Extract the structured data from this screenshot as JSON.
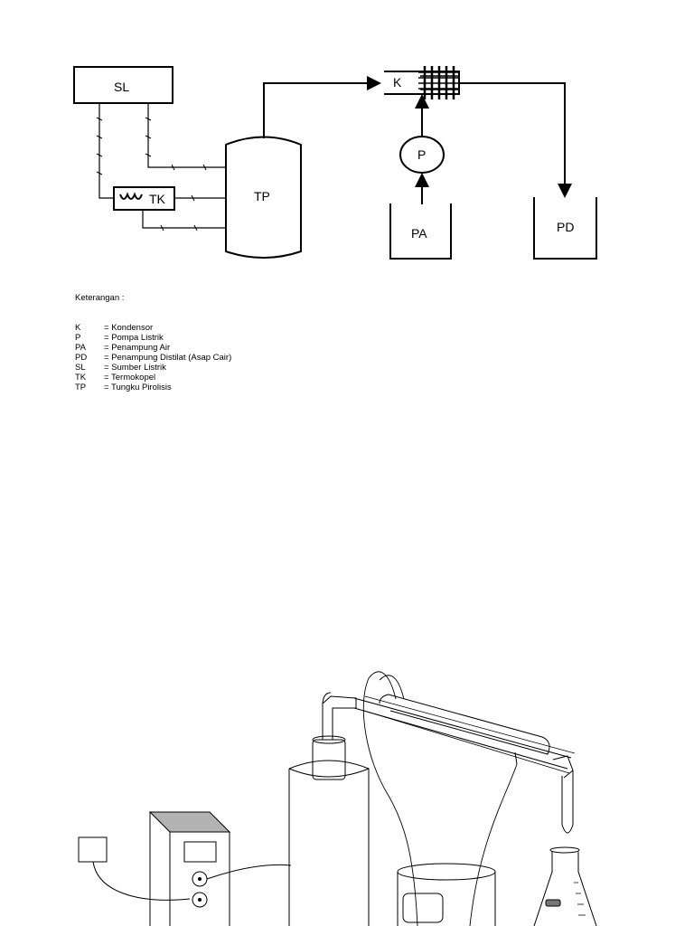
{
  "schematic": {
    "labels": {
      "sl": "SL",
      "tk": "TK",
      "tp": "TP",
      "k": "K",
      "p": "P",
      "pa": "PA",
      "pd": "PD"
    }
  },
  "legend": {
    "title": "Keterangan :",
    "items": [
      {
        "code": "K",
        "desc": "Kondensor"
      },
      {
        "code": "P",
        "desc": "Pompa Listrik"
      },
      {
        "code": "PA",
        "desc": "Penampung Air"
      },
      {
        "code": "PD",
        "desc": "Penampung Distilat (Asap Cair)"
      },
      {
        "code": "SL",
        "desc": "Sumber Listrik"
      },
      {
        "code": "TK",
        "desc": "Termokopel"
      },
      {
        "code": "TP",
        "desc": "Tungku Pirolisis"
      }
    ]
  }
}
